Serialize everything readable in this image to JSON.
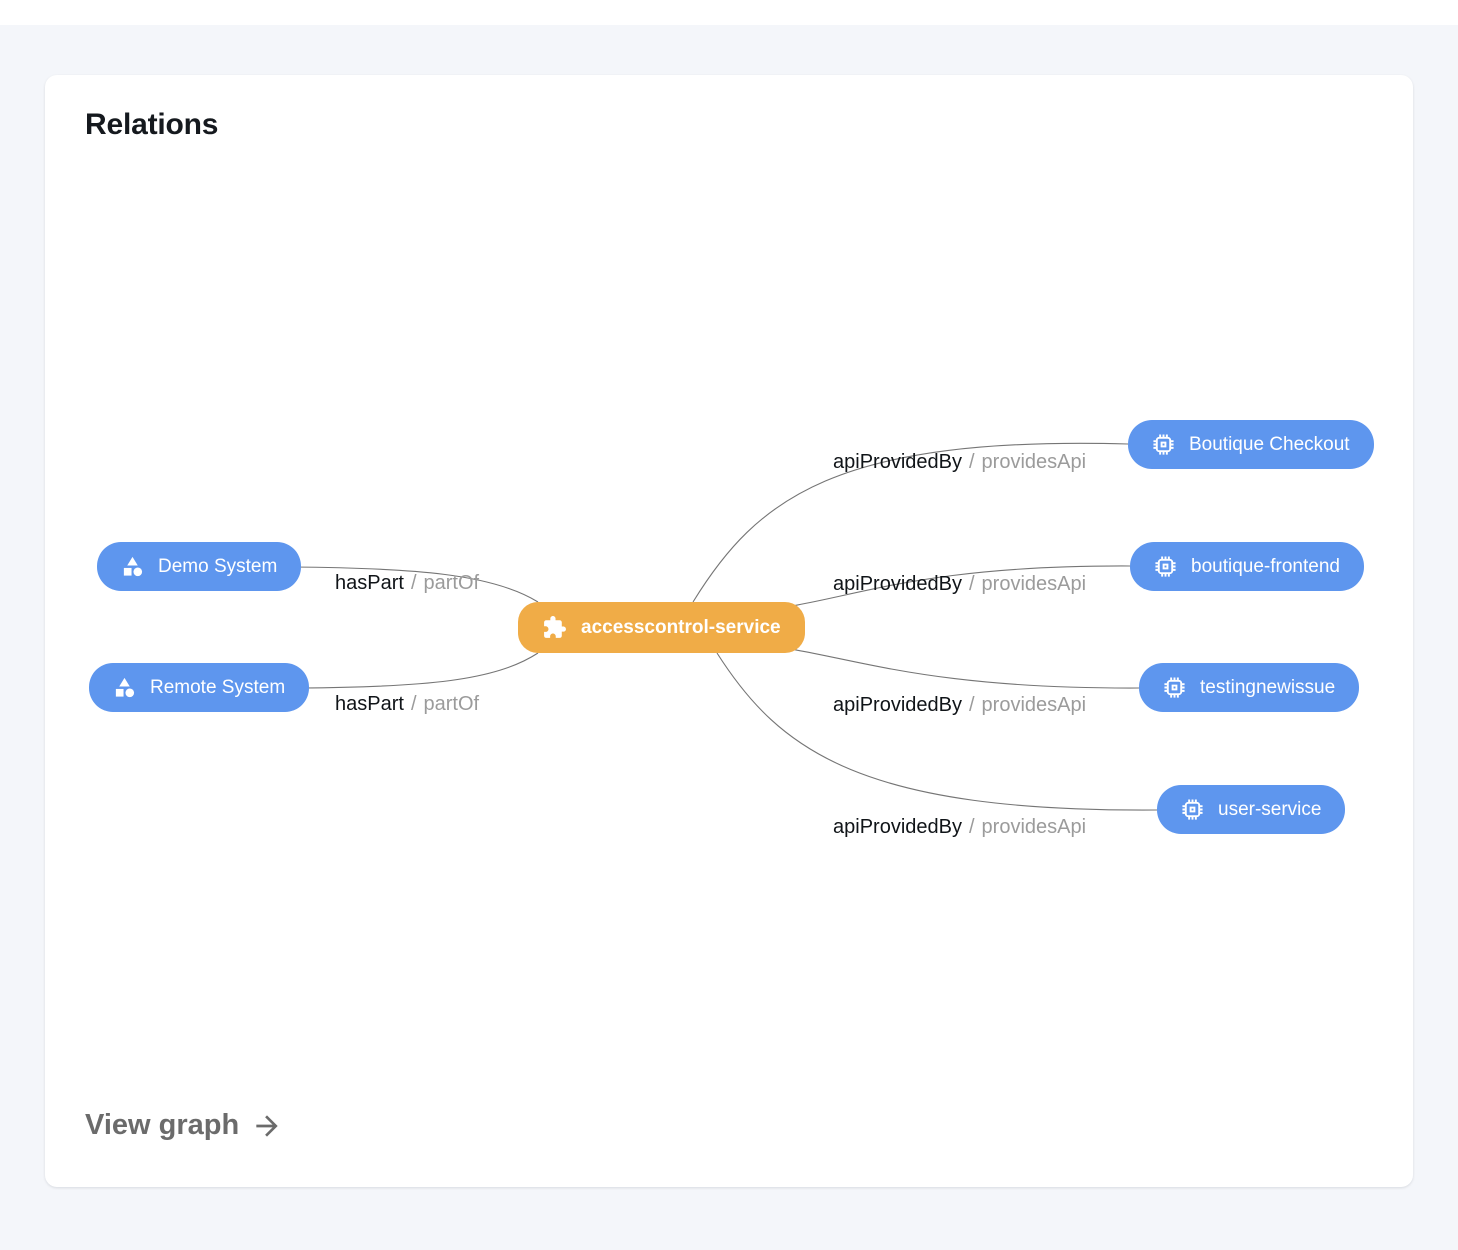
{
  "card": {
    "title": "Relations",
    "view_graph_label": "View graph"
  },
  "graph": {
    "center": {
      "label": "accesscontrol-service",
      "icon": "extension-puzzle-icon",
      "color": "#f0ac47"
    },
    "nodes": [
      {
        "id": "demo-system",
        "label": "Demo System",
        "icon": "system-category-icon",
        "color": "#5e96ee"
      },
      {
        "id": "remote-system",
        "label": "Remote System",
        "icon": "system-category-icon",
        "color": "#5e96ee"
      },
      {
        "id": "boutique-checkout",
        "label": "Boutique Checkout",
        "icon": "api-chip-icon",
        "color": "#5e96ee"
      },
      {
        "id": "boutique-frontend",
        "label": "boutique-frontend",
        "icon": "api-chip-icon",
        "color": "#5e96ee"
      },
      {
        "id": "testingnewissue",
        "label": "testingnewissue",
        "icon": "api-chip-icon",
        "color": "#5e96ee"
      },
      {
        "id": "user-service",
        "label": "user-service",
        "icon": "api-chip-icon",
        "color": "#5e96ee"
      }
    ],
    "edge_labels": [
      {
        "primary": "hasPart",
        "sep": "/",
        "secondary": "partOf"
      },
      {
        "primary": "hasPart",
        "sep": "/",
        "secondary": "partOf"
      },
      {
        "primary": "apiProvidedBy",
        "sep": "/",
        "secondary": "providesApi"
      },
      {
        "primary": "apiProvidedBy",
        "sep": "/",
        "secondary": "providesApi"
      },
      {
        "primary": "apiProvidedBy",
        "sep": "/",
        "secondary": "providesApi"
      },
      {
        "primary": "apiProvidedBy",
        "sep": "/",
        "secondary": "providesApi"
      }
    ],
    "colors": {
      "node_blue": "#5e96ee",
      "node_orange": "#f0ac47",
      "edge_line": "#757575",
      "edge_label_primary": "#101418",
      "edge_label_secondary": "#9b9b9b",
      "title_text": "#15191e",
      "link_text": "#6b6b6b",
      "card_background": "#ffffff",
      "page_background": "#f4f6fa"
    }
  }
}
